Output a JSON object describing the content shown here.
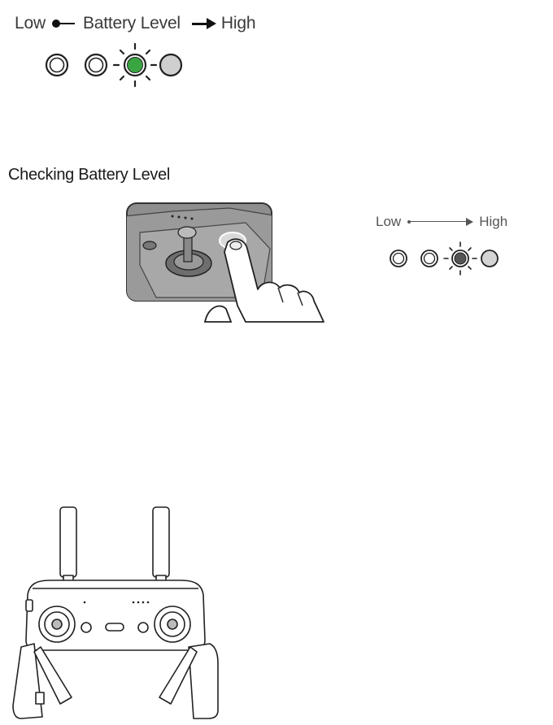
{
  "legend_top": {
    "low_label": "Low",
    "title": "Battery Level",
    "high_label": "High",
    "lit_color": "#3aa641",
    "off_color": "#cfcfcf",
    "leds": [
      "on",
      "on",
      "blinking",
      "off"
    ]
  },
  "section": {
    "heading": "Checking Battery Level"
  },
  "legend_right": {
    "low_label": "Low",
    "high_label": "High",
    "lit_color": "#555555",
    "leds": [
      "on",
      "on",
      "blinking",
      "off"
    ]
  },
  "illustrations": {
    "hand_press": "hand-pressing-power-button-illustration",
    "remote": "remote-controller-illustration"
  }
}
